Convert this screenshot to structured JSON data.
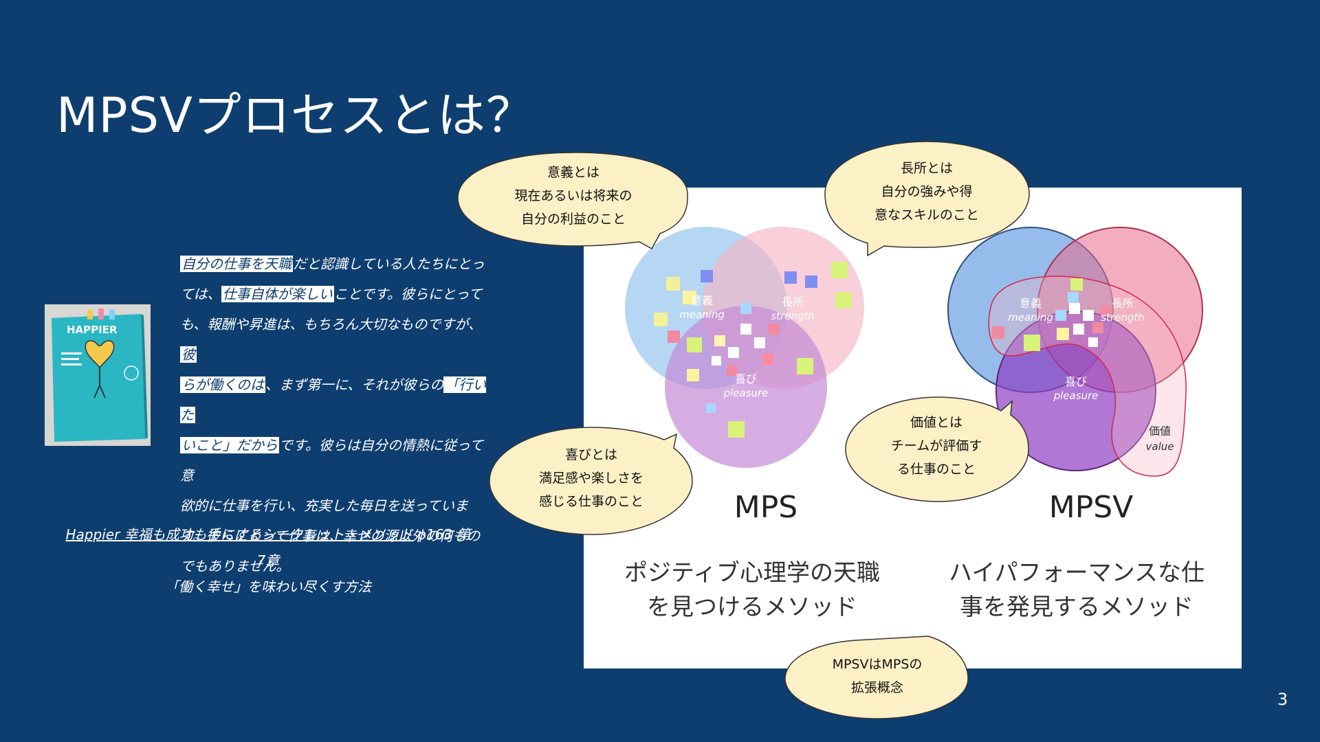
{
  "slide": {
    "title": "MPSVプロセスとは？",
    "page_number": "3"
  },
  "book_cover": {
    "title": "HAPPIER",
    "accent": "#2bb6c4"
  },
  "quote": {
    "lines": [
      [
        {
          "t": "自分の仕事を天職",
          "h": true
        },
        {
          "t": "だと認識している人たちにとっ",
          "h": false
        }
      ],
      [
        {
          "t": "ては、",
          "h": false
        },
        {
          "t": "仕事自体が楽しい",
          "h": true
        },
        {
          "t": "ことです。彼らにとって",
          "h": false
        }
      ],
      [
        {
          "t": "も、報酬や昇進は、もちろん大切なものですが、",
          "h": false
        },
        {
          "t": "彼",
          "h": true
        }
      ],
      [
        {
          "t": "らが働くのは",
          "h": true
        },
        {
          "t": "、まず第一に、それが彼らの",
          "h": false
        },
        {
          "t": "「行いた",
          "h": true
        }
      ],
      [
        {
          "t": "いこと」だから",
          "h": true
        },
        {
          "t": "です。彼らは自分の情熱に従って意",
          "h": false
        }
      ],
      [
        {
          "t": "欲的に仕事を行い、充実した毎日を送っていま",
          "h": false
        }
      ],
      [
        {
          "t": "す。彼らにとって仕事は、幸せの源以外の何もの",
          "h": false
        }
      ],
      [
        {
          "t": "でもありません。",
          "h": false
        }
      ]
    ]
  },
  "citation": {
    "book": "Happier 幸福も成功も手にするシークレット・メソッド",
    "page": "p163 第7章",
    "chapter": "「働く幸せ」を味わい尽くす方法"
  },
  "mps": {
    "title": "MPS",
    "desc_line1": "ポジティブ心理学の天職",
    "desc_line2": "を見つけるメソッド",
    "labels": {
      "meaning_jp": "意義",
      "meaning_en": "meaning",
      "strength_jp": "長所",
      "strength_en": "strength",
      "pleasure_jp": "喜び",
      "pleasure_en": "pleasure"
    }
  },
  "mpsv": {
    "title": "MPSV",
    "desc_line1": "ハイパフォーマンスな仕",
    "desc_line2": "事を発見するメソッド",
    "labels": {
      "meaning_jp": "意義",
      "meaning_en": "meaning",
      "strength_jp": "長所",
      "strength_en": "strength",
      "pleasure_jp": "喜び",
      "pleasure_en": "pleasure",
      "value_jp": "価値",
      "value_en": "value"
    }
  },
  "bubbles": {
    "meaning": [
      "意義とは",
      "現在あるいは将来の",
      "自分の利益のこと"
    ],
    "strength": [
      "長所とは",
      "自分の強みや得",
      "意なスキルのこと"
    ],
    "pleasure": [
      "喜びとは",
      "満足感や楽しさを",
      "感じる仕事のこと"
    ],
    "value": [
      "価値とは",
      "チームが評価す",
      "る仕事のこと"
    ],
    "extension": [
      "MPSVはMPSの",
      "拡張概念"
    ]
  },
  "colors": {
    "background": "#0e3e6f",
    "bubble_fill": "#fbf0c6",
    "meaning_circle": "#8ec2ec",
    "strength_circle": "#f6b6c6",
    "pleasure_circle": "#c58ad6"
  }
}
